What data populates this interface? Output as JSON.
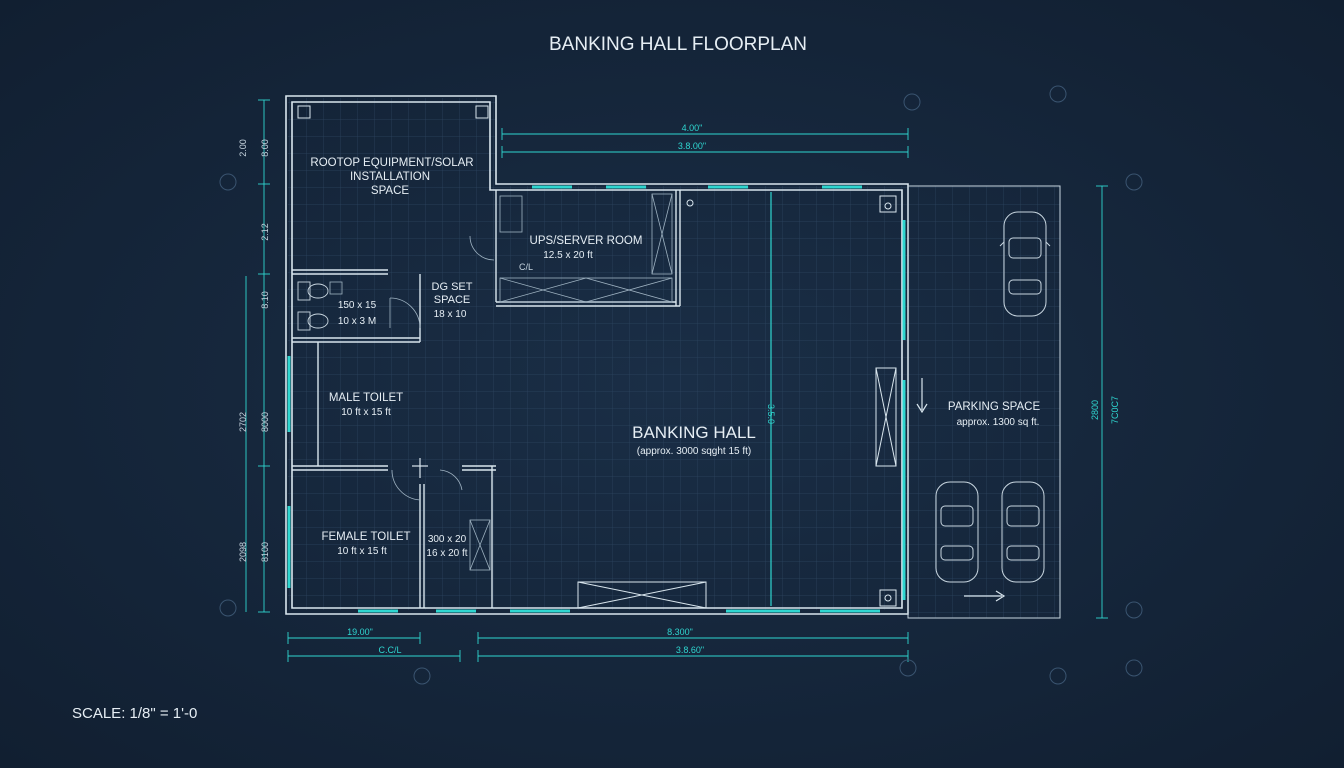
{
  "title": "BANKING HALL FLOORPLAN",
  "scale": "SCALE: 1/8\" = 1'-0",
  "rooms": {
    "rooftop": {
      "lines": [
        "ROOTOP EQUIPMENT/SOLAR",
        "INSTALLATION",
        "SPACE"
      ]
    },
    "ups": {
      "name": "UPS/SERVER ROOM",
      "size": "12.5 x 20 ft",
      "note": "C/L"
    },
    "dg": {
      "lines": [
        "DG SET",
        "SPACE"
      ],
      "size": "18 x 10"
    },
    "washroom": {
      "lines": [
        "150 x 15",
        "10 x 3 M"
      ]
    },
    "male": {
      "name": "MALE TOILET",
      "size": "10 ft x 15 ft"
    },
    "female": {
      "name": "FEMALE TOILET",
      "size": "10 ft x 15 ft"
    },
    "store": {
      "lines": [
        "300 x 20",
        "16 x 20 ft"
      ]
    },
    "hall": {
      "name": "BANKING HALL",
      "size": "(approx. 3000 sqght 15 ft)"
    },
    "parking": {
      "name": "PARKING SPACE",
      "size": "approx. 1300 sq ft."
    }
  },
  "dimensions": {
    "top1": "4.00\"",
    "top2": "3.8.00\"",
    "bottom_left1": "19.00\"",
    "bottom_left2": "C.C/L",
    "bottom_right1": "8.300\"",
    "bottom_right2": "3.8.60\"",
    "left_outer": [
      "2.00",
      "8.00",
      "2702",
      "2098"
    ],
    "left_inner": [
      "2.12",
      "8.10",
      "8000",
      "8100"
    ],
    "center_vertical": "3.5.0",
    "right_vertical": [
      "2800",
      "7C0C7"
    ]
  },
  "colors": {
    "background": "#15263b",
    "line": "#d9e6ee",
    "accent": "#2fd6d0",
    "grid": "#2a4058"
  }
}
